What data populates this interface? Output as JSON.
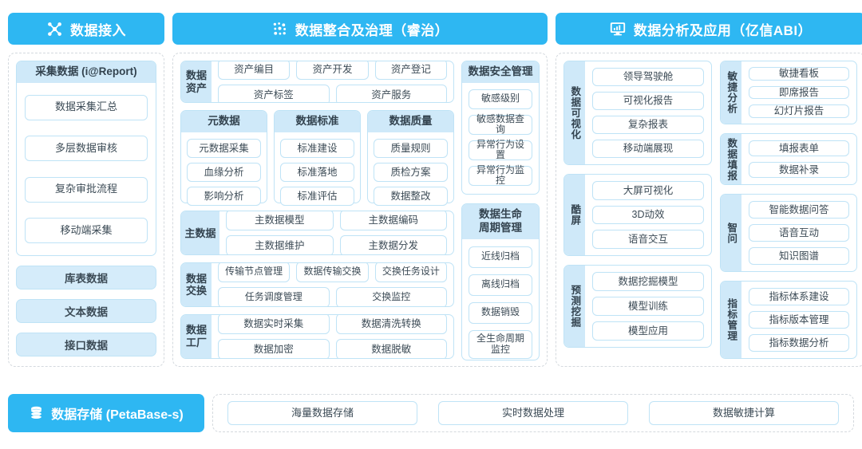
{
  "columns": [
    {
      "id": "access",
      "header": {
        "title": "数据接入",
        "icon": "nodes-network-icon"
      },
      "acquisition": {
        "title": "采集数据 (i@Report)",
        "items": [
          "数据采集汇总",
          "多层数据审核",
          "复杂审批流程",
          "移动端采集"
        ]
      },
      "sources": [
        "库表数据",
        "文本数据",
        "接口数据"
      ]
    },
    {
      "id": "governance",
      "header": {
        "title": "数据整合及治理（睿治）",
        "icon": "data-dots-icon"
      },
      "groups": [
        {
          "label": "数据资产",
          "rows": [
            [
              "资产编目",
              "资产开发",
              "资产登记"
            ],
            [
              "资产标签",
              "资产服务"
            ]
          ]
        },
        {
          "label": "主数据",
          "rows": [
            [
              "主数据模型",
              "主数据编码"
            ],
            [
              "主数据维护",
              "主数据分发"
            ]
          ]
        },
        {
          "label": "数据交换",
          "rows": [
            [
              "传输节点管理",
              "数据传输交换",
              "交换任务设计"
            ],
            [
              "任务调度管理",
              "交换监控"
            ]
          ]
        },
        {
          "label": "数据工厂",
          "rows": [
            [
              "数据实时采集",
              "数据清洗转换"
            ],
            [
              "数据加密",
              "数据脱敏"
            ]
          ]
        }
      ],
      "triple": [
        {
          "title": "元数据",
          "items": [
            "元数据采集",
            "血缘分析",
            "影响分析"
          ]
        },
        {
          "title": "数据标准",
          "items": [
            "标准建设",
            "标准落地",
            "标准评估"
          ]
        },
        {
          "title": "数据质量",
          "items": [
            "质量规则",
            "质检方案",
            "数据整改"
          ]
        }
      ],
      "security": {
        "title": "数据安全管理",
        "items": [
          "敏感级别",
          "敏感数据查询",
          "异常行为设置",
          "异常行为监控"
        ]
      },
      "lifecycle": {
        "title": "数据生命\n周期管理",
        "title_line1": "数据生命",
        "title_line2": "周期管理",
        "items": [
          "近线归档",
          "离线归档",
          "数据销毁",
          "全生命周期\n监控"
        ],
        "last_line1": "全生命周期",
        "last_line2": "监控"
      }
    },
    {
      "id": "analysis",
      "header": {
        "title": "数据分析及应用（亿信ABI）",
        "icon": "monitor-chart-icon"
      },
      "left_groups": [
        {
          "label": "数据可视化",
          "items": [
            "领导驾驶舱",
            "可视化报告",
            "复杂报表",
            "移动端展现"
          ]
        },
        {
          "label": "酷屏",
          "items": [
            "大屏可视化",
            "3D动效",
            "语音交互"
          ]
        },
        {
          "label": "预测挖掘",
          "items": [
            "数据挖掘模型",
            "模型训练",
            "模型应用"
          ]
        }
      ],
      "right_groups": [
        {
          "label": "敏捷分析",
          "items": [
            "敏捷看板",
            "即席报告",
            "幻灯片报告"
          ]
        },
        {
          "label": "数据填报",
          "items": [
            "填报表单",
            "数据补录"
          ]
        },
        {
          "label": "智问",
          "items": [
            "智能数据问答",
            "语音互动",
            "知识图谱"
          ]
        },
        {
          "label": "指标管理",
          "items": [
            "指标体系建设",
            "指标版本管理",
            "指标数据分析"
          ]
        }
      ]
    }
  ],
  "storage": {
    "title": "数据存储 (PetaBase-s)",
    "icon": "database-icon",
    "items": [
      "海量数据存储",
      "实时数据处理",
      "数据敏捷计算"
    ]
  },
  "colors": {
    "header_blue": "#2EB7F2",
    "label_blue": "#cfe9f9",
    "chip_border": "#bfe3f6",
    "fill_blue": "#d5ecfa",
    "dashed_border": "#d4d9de",
    "text": "#3c4b56"
  }
}
